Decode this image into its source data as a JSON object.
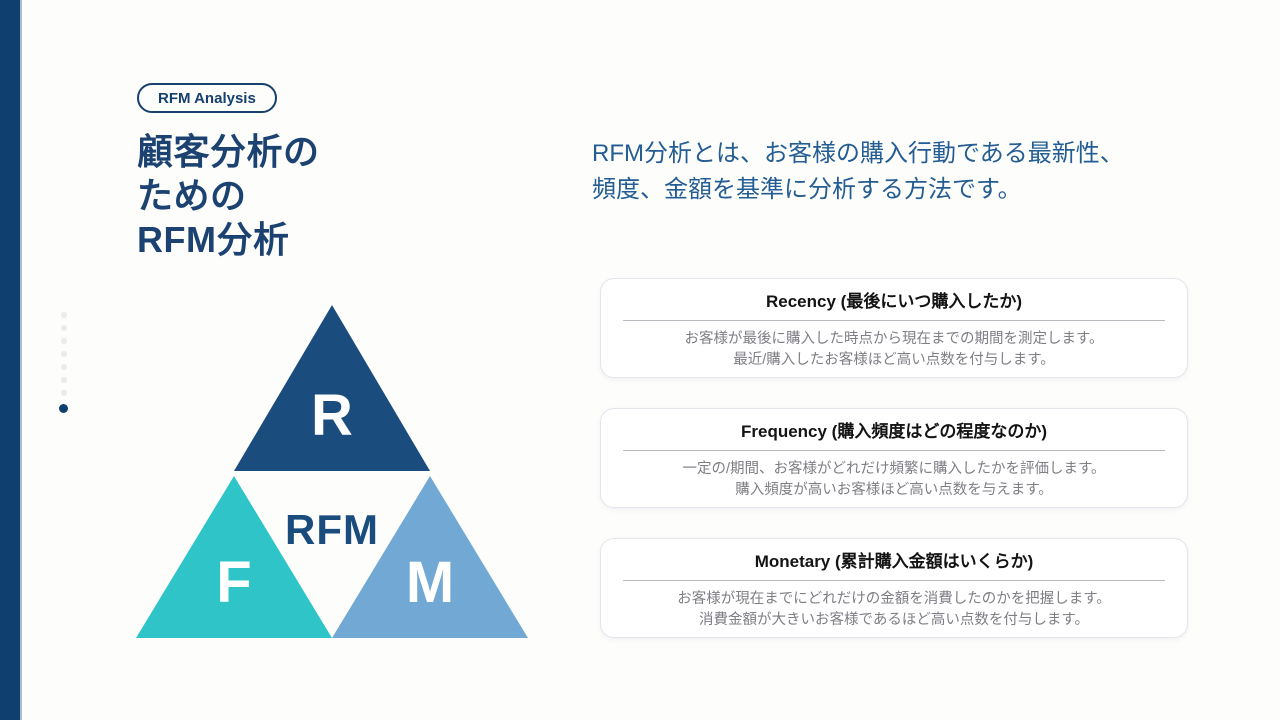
{
  "slide": {
    "badge_label": "RFM Analysis",
    "title_lines": [
      "顧客分析の",
      "ための",
      "RFM分析"
    ],
    "description_lines": [
      "RFM分析とは、お客様の購入行動である最新性、",
      "頻度、金額を基準に分析する方法です。"
    ],
    "pyramid": {
      "segments": {
        "recency": {
          "label": "R",
          "color": "#1a4d7d"
        },
        "frequency": {
          "label": "F",
          "color": "#2fc5c8"
        },
        "monetary": {
          "label": "M",
          "color": "#72a9d4"
        }
      },
      "center_label": "RFM",
      "center_label_color": "#1a4d7d"
    },
    "cards": [
      {
        "title": "Recency (最後にいつ購入したか)",
        "lines": [
          "お客様が最後に購入した時点から現在までの期間を測定します。",
          "最近/購入したお客様ほど高い点数を付与します。"
        ]
      },
      {
        "title": "Frequency (購入頻度はどの程度なのか)",
        "lines": [
          "一定の/期間、お客様がどれだけ頻繁に購入したかを評価します。",
          "購入頻度が高いお客様ほど高い点数を与えます。"
        ]
      },
      {
        "title": "Monetary (累計購入金額はいくらか)",
        "lines": [
          "お客様が現在までにどれだけの金額を消費したのかを把握します。",
          "消費金額が大きいお客様であるほど高い点数を付与します。"
        ]
      }
    ],
    "colors": {
      "accent_navy": "#0e3f6e",
      "title_navy": "#1b4270",
      "description_blue": "#245d93",
      "card_border": "#e4e4eb",
      "dot_light": "#eaeaea",
      "dot_dark": "#0e3f6e",
      "background": "#fdfdfc"
    }
  }
}
